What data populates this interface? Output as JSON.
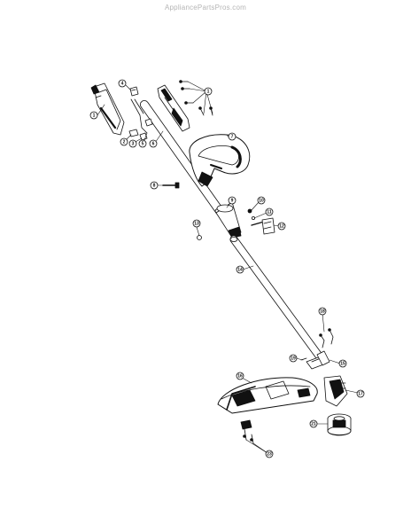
{
  "watermark": "AppliancePartsPros.com",
  "callouts": [
    {
      "id": "c1",
      "label": "1"
    },
    {
      "id": "c1b",
      "label": "1"
    },
    {
      "id": "c2",
      "label": "2"
    },
    {
      "id": "c3",
      "label": "3"
    },
    {
      "id": "c4",
      "label": "4"
    },
    {
      "id": "c5",
      "label": "5"
    },
    {
      "id": "c6",
      "label": "6"
    },
    {
      "id": "c7",
      "label": "7"
    },
    {
      "id": "c8",
      "label": "8"
    },
    {
      "id": "c9",
      "label": "9"
    },
    {
      "id": "c10",
      "label": "10"
    },
    {
      "id": "c11",
      "label": "11"
    },
    {
      "id": "c12",
      "label": "12"
    },
    {
      "id": "c13",
      "label": "13"
    },
    {
      "id": "c14",
      "label": "14"
    },
    {
      "id": "c15",
      "label": "15"
    },
    {
      "id": "c16",
      "label": "16"
    },
    {
      "id": "c17",
      "label": "17"
    },
    {
      "id": "c18",
      "label": "18"
    },
    {
      "id": "c19",
      "label": "19"
    },
    {
      "id": "c21",
      "label": "21"
    },
    {
      "id": "c23",
      "label": "23"
    }
  ]
}
